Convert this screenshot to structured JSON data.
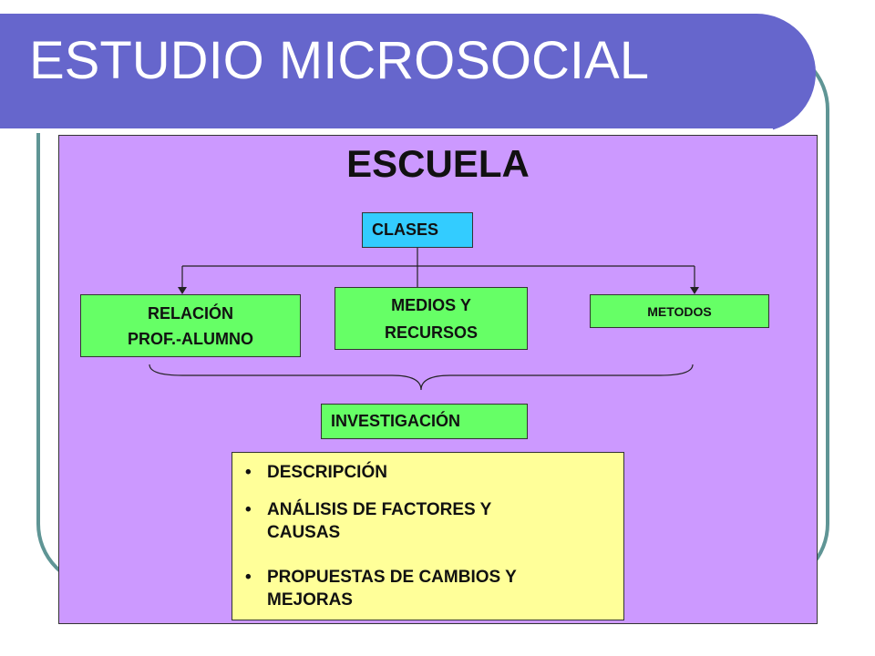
{
  "slide": {
    "title": "ESTUDIO MICROSOCIAL",
    "colors": {
      "title_bar": "#6666cc",
      "frame": "#5f9595",
      "panel": "#cc99ff",
      "clases_box": "#33ccff",
      "green_box": "#66ff66",
      "list_box": "#ffff99"
    }
  },
  "diagram": {
    "heading": "ESCUELA",
    "root": "CLASES",
    "branches": {
      "left": [
        "RELACIÓN",
        "PROF.-ALUMNO"
      ],
      "center": [
        "MEDIOS Y",
        "RECURSOS"
      ],
      "right": "METODOS"
    },
    "result": "INVESTIGACIÓN",
    "bullet_symbol": "•",
    "items": [
      [
        "DESCRIPCIÓN"
      ],
      [
        "ANÁLISIS DE FACTORES Y",
        "CAUSAS"
      ],
      [
        "PROPUESTAS DE CAMBIOS Y",
        "MEJORAS"
      ]
    ]
  }
}
